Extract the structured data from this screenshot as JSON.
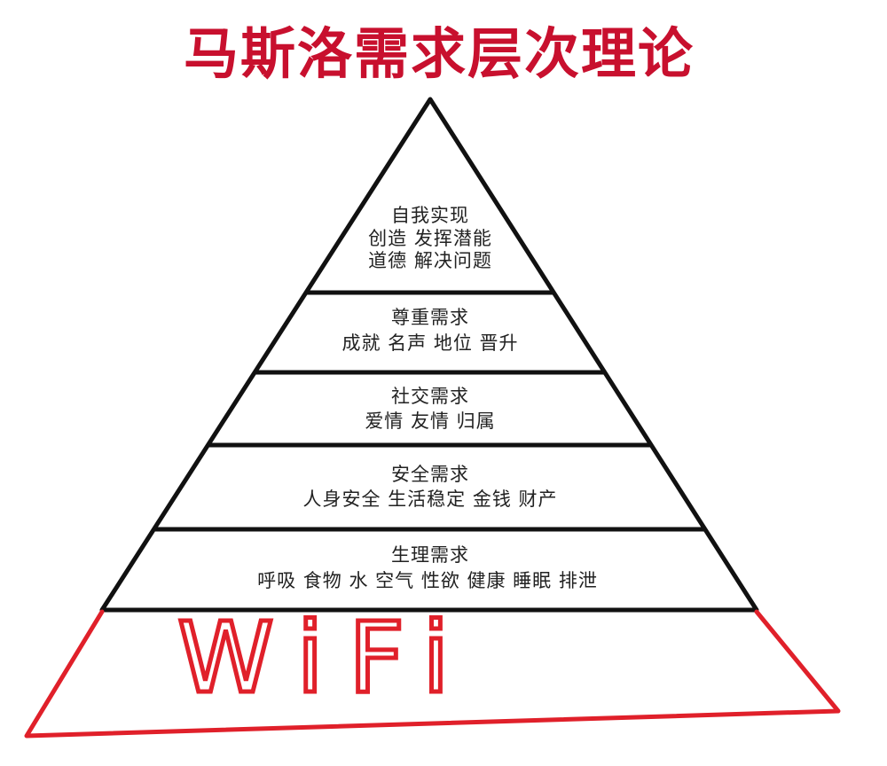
{
  "title": "马斯洛需求层次理论",
  "levels": [
    {
      "lines": [
        "自我实现",
        "创造 发挥潜能",
        "道德 解决问题"
      ]
    },
    {
      "lines": [
        "尊重需求",
        "成就 名声 地位 晋升"
      ]
    },
    {
      "lines": [
        "社交需求",
        "爱情 友情 归属"
      ]
    },
    {
      "lines": [
        "安全需求",
        "人身安全 生活稳定 金钱 财产"
      ]
    },
    {
      "lines": [
        "生理需求",
        "呼吸 食物 水 空气 性欲 健康 睡眠 排泄"
      ]
    }
  ],
  "base_label": "WiFi",
  "colors": {
    "title": "#c8102e",
    "handwriting": "#e0202a",
    "lines": "#111111"
  }
}
